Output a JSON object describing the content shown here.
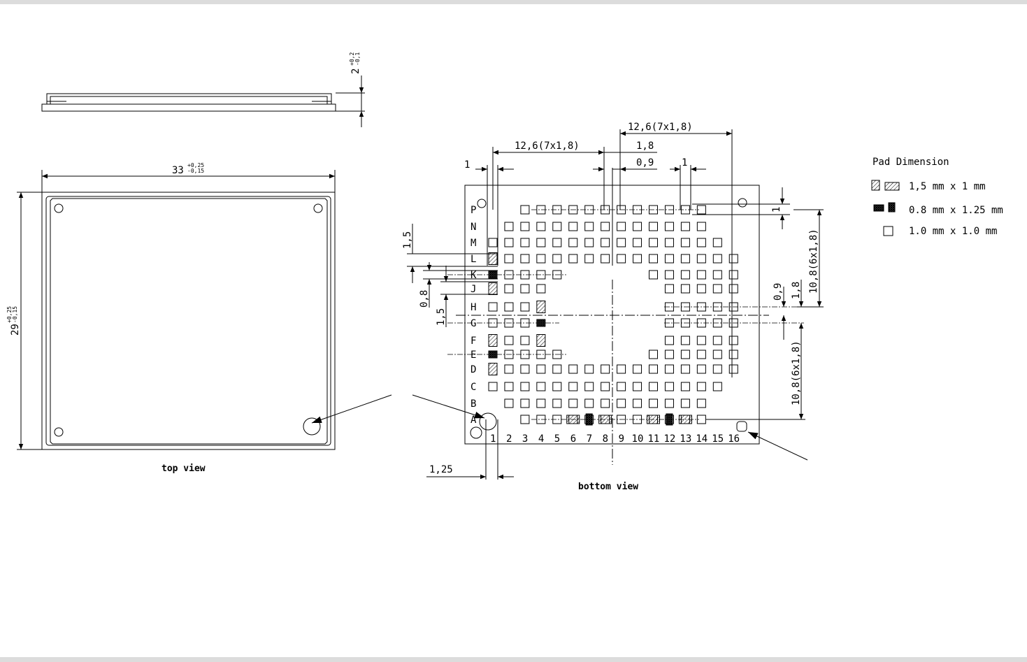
{
  "drawing": {
    "side_height": "2",
    "side_height_tol_plus": "+0,2",
    "side_height_tol_minus": "-0,1",
    "width": "33",
    "width_tol_plus": "+0,25",
    "width_tol_minus": "-0,15",
    "height": "29",
    "height_tol_plus": "+0,25",
    "height_tol_minus": "-0,15",
    "top_view_caption": "top view",
    "bottom_view_caption": "bottom view",
    "rows": [
      "P",
      "N",
      "M",
      "L",
      "K",
      "J",
      "H",
      "G",
      "F",
      "E",
      "D",
      "C",
      "B",
      "A"
    ],
    "columns": [
      "1",
      "2",
      "3",
      "4",
      "5",
      "6",
      "7",
      "8",
      "9",
      "10",
      "11",
      "12",
      "13",
      "14",
      "15",
      "16"
    ],
    "dims": {
      "top_left_span": "12,6(7x1,8)",
      "top_right_span": "12,6(7x1,8)",
      "pitch_1_8_top": "1,8",
      "pitch_0_9_top": "0,9",
      "one_left": "1",
      "one_right": "1",
      "left_1_5_a": "1,5",
      "left_0_8": "0,8",
      "left_1_5_b": "1,5",
      "bottom_1_25": "1,25",
      "right_one": "1",
      "right_upper_span": "10,8(6x1,8)",
      "right_0_9": "0,9",
      "right_1_8": "1,8",
      "right_lower_span": "10,8(6x1,8)"
    },
    "legend": {
      "title": "Pad Dimension",
      "items": [
        "1,5 mm x 1 mm",
        "0.8 mm x 1.25 mm",
        "1.0 mm x 1.0 mm"
      ]
    }
  }
}
